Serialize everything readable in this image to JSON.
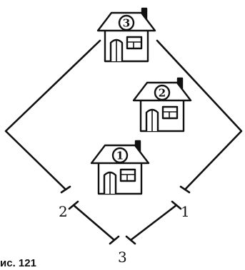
{
  "figure": {
    "caption": "ис. 121",
    "colors": {
      "ink": "#111111",
      "paper": "#ffffff"
    },
    "houses": [
      {
        "id": "house-1",
        "label": "1"
      },
      {
        "id": "house-2",
        "label": "2"
      },
      {
        "id": "house-3",
        "label": "3"
      }
    ],
    "points": {
      "p1": "1",
      "p2": "2",
      "p3": "3"
    }
  }
}
